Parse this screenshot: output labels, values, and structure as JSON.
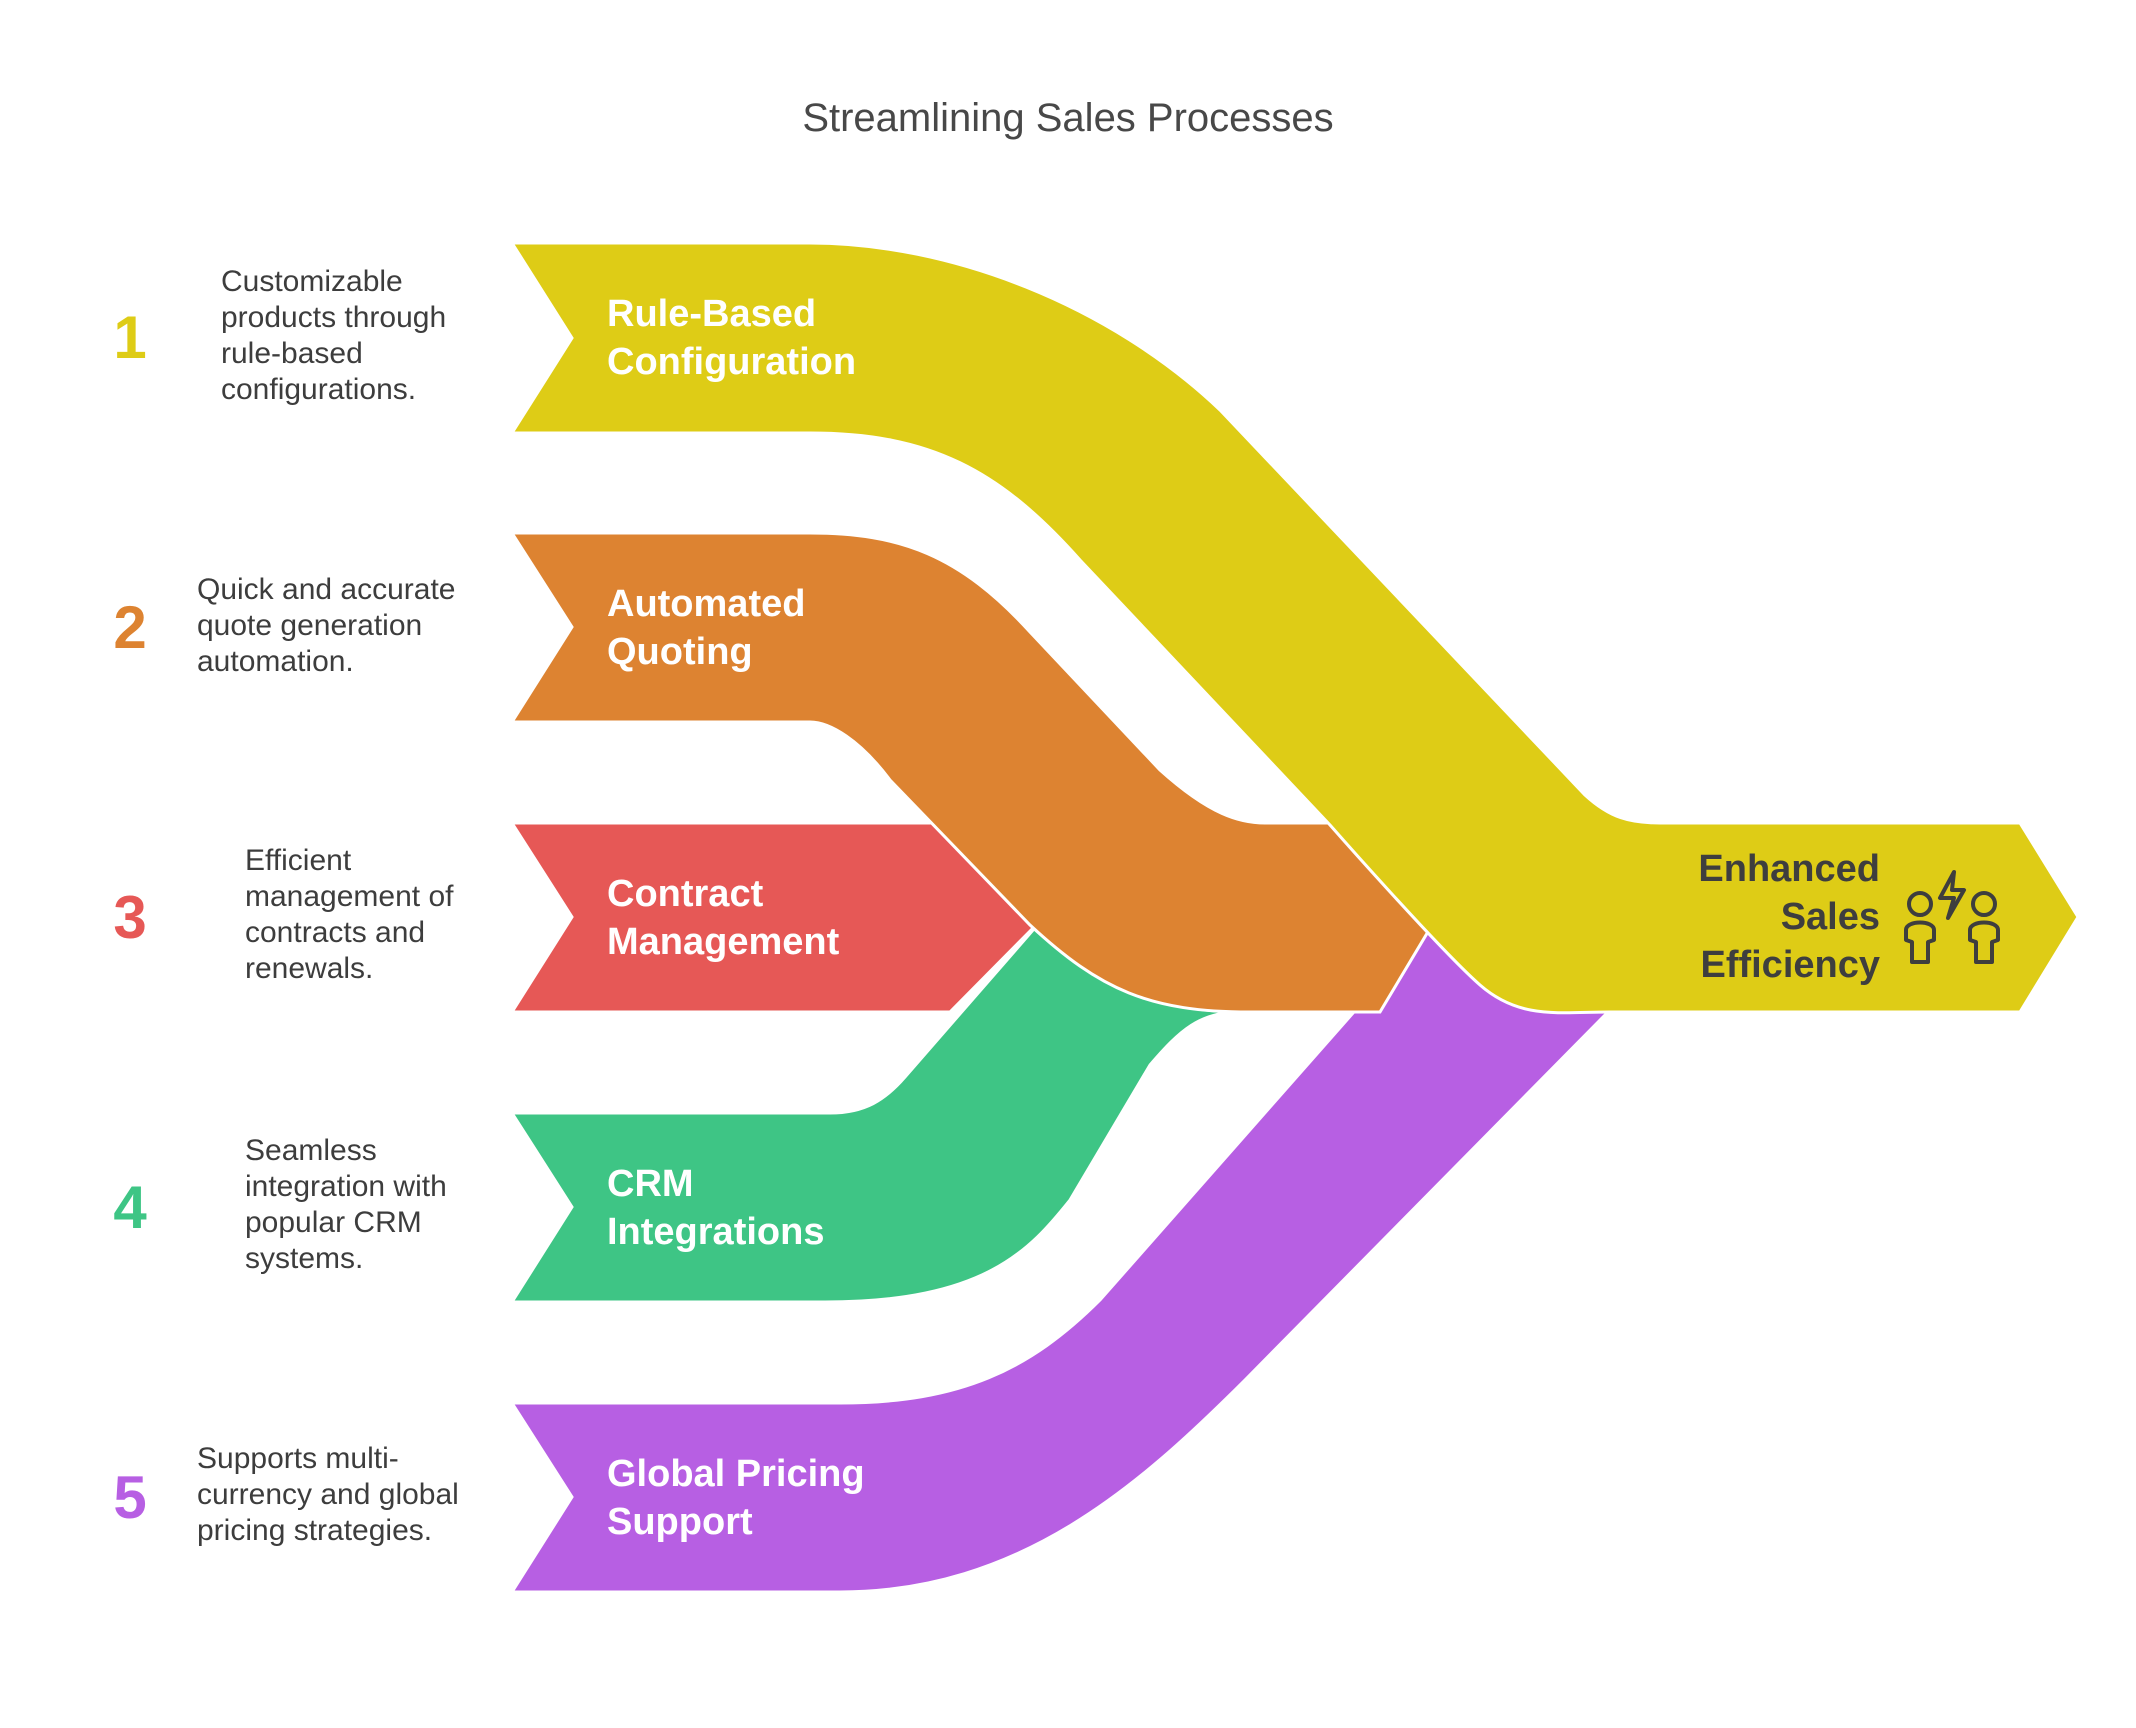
{
  "title": "Streamlining Sales Processes",
  "stages": [
    {
      "number": "1",
      "label_line1": "Rule-Based",
      "label_line2": "Configuration",
      "description": [
        "Customizable",
        "products through",
        "rule-based",
        "configurations."
      ],
      "color": "#DECC16"
    },
    {
      "number": "2",
      "label_line1": "Automated",
      "label_line2": "Quoting",
      "description": [
        "Quick and accurate",
        "quote generation",
        "automation."
      ],
      "color": "#DD8331"
    },
    {
      "number": "3",
      "label_line1": "Contract",
      "label_line2": "Management",
      "description": [
        "Efficient",
        "management of",
        "contracts and",
        "renewals."
      ],
      "color": "#E65856"
    },
    {
      "number": "4",
      "label_line1": "CRM",
      "label_line2": "Integrations",
      "description": [
        "Seamless",
        "integration with",
        "popular CRM",
        "systems."
      ],
      "color": "#3EC585"
    },
    {
      "number": "5",
      "label_line1": "Global Pricing",
      "label_line2": "Support",
      "description": [
        "Supports multi-",
        "currency and global",
        "pricing strategies."
      ],
      "color": "#B75FE3"
    }
  ],
  "result": {
    "label_line1": "Enhanced",
    "label_line2": "Sales",
    "label_line3": "Efficiency",
    "icon": "people-energy-icon",
    "color": "#DECC16"
  }
}
